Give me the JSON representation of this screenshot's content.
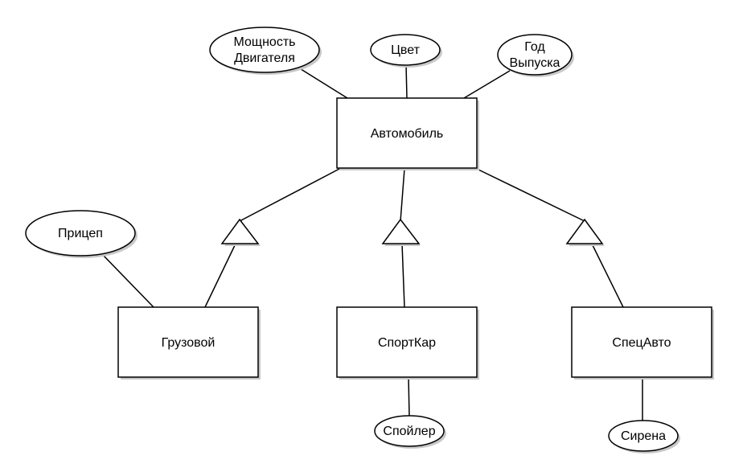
{
  "entities": {
    "car": {
      "label": "Автомобиль"
    },
    "truck": {
      "label": "Грузовой"
    },
    "sportscar": {
      "label": "СпортКар"
    },
    "specialvehicle": {
      "label": "СпецАвто"
    }
  },
  "attributes": {
    "engine_power": {
      "line1": "Мощность",
      "line2": "Двигателя"
    },
    "color": {
      "label": "Цвет"
    },
    "year": {
      "line1": "Год",
      "line2": "Выпуска"
    },
    "trailer": {
      "label": "Прицеп"
    },
    "spoiler": {
      "label": "Спойлер"
    },
    "siren": {
      "label": "Сирена"
    }
  },
  "colors": {
    "stroke": "#000000",
    "fill": "#ffffff",
    "shadow": "#c8c8c8"
  }
}
